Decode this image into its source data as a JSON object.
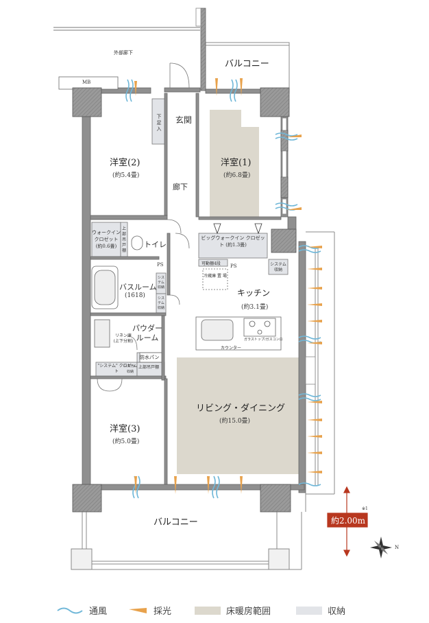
{
  "labels": {
    "outer_corridor": "外部廊下",
    "mb": "MB",
    "balcony_top": "バルコニー",
    "balcony_bottom": "バルコニー",
    "genkan": "玄関",
    "shoe_storage": "下足入",
    "hallway": "廊下",
    "room1_name": "洋室(1)",
    "room1_size": "(約6.8畳)",
    "room2_name": "洋室(2)",
    "room2_size": "(約5.4畳)",
    "room3_name": "洋室(3)",
    "room3_size": "(約5.0畳)",
    "wic_small": "ウォークイン クロゼット (約0.6畳)",
    "upper_shelf": "上部吊戸棚",
    "toilet": "トイレ",
    "big_wic": "ビッグウォークイン クロゼット (約1.3畳)",
    "movable_shelf": "可動棚4段",
    "ps1": "PS",
    "ps2": "PS",
    "system_storage_right": "システム 収納",
    "system_storage_bath_1": "システム 収納",
    "system_storage_bath_2": "システム 収納",
    "fridge": "冷蔵庫 置 場",
    "kitchen": "キッチン",
    "kitchen_size": "(約3.1畳)",
    "bathroom": "バスルーム",
    "bathroom_size": "(1618)",
    "powder": "パウダー ルーム",
    "linen": "リネン庫 (上下分割)",
    "washer_pan": "防水パン",
    "upper_shelf2": "上部吊戸棚",
    "system_closet": "\"システム\" クロゼット",
    "system_storage_small": "システム 収納",
    "counter": "カウンター",
    "glass_top": "ガラストップ/ガスコンロ",
    "living": "リビング・ダイニング",
    "living_size": "(約15.0畳)",
    "dim_note": "※1",
    "dim_value": "約2.00m",
    "compass_n": "N"
  },
  "legend": [
    {
      "label": "通風",
      "kind": "wave",
      "color": "#6fb7d8"
    },
    {
      "label": "採光",
      "kind": "ray",
      "color": "#e8a24c"
    },
    {
      "label": "床暖房範囲",
      "kind": "box",
      "color": "#dcd8cd"
    },
    {
      "label": "収納",
      "kind": "box",
      "color": "#e2e4e8"
    }
  ],
  "colors": {
    "wall": "#8f8f8f",
    "wall_dark": "#6c6c6c",
    "floor_heat": "#dcd8cd",
    "storage": "#e2e4e8",
    "wind": "#6fb7d8",
    "light": "#e8a24c",
    "dimension": "#b8371f"
  }
}
